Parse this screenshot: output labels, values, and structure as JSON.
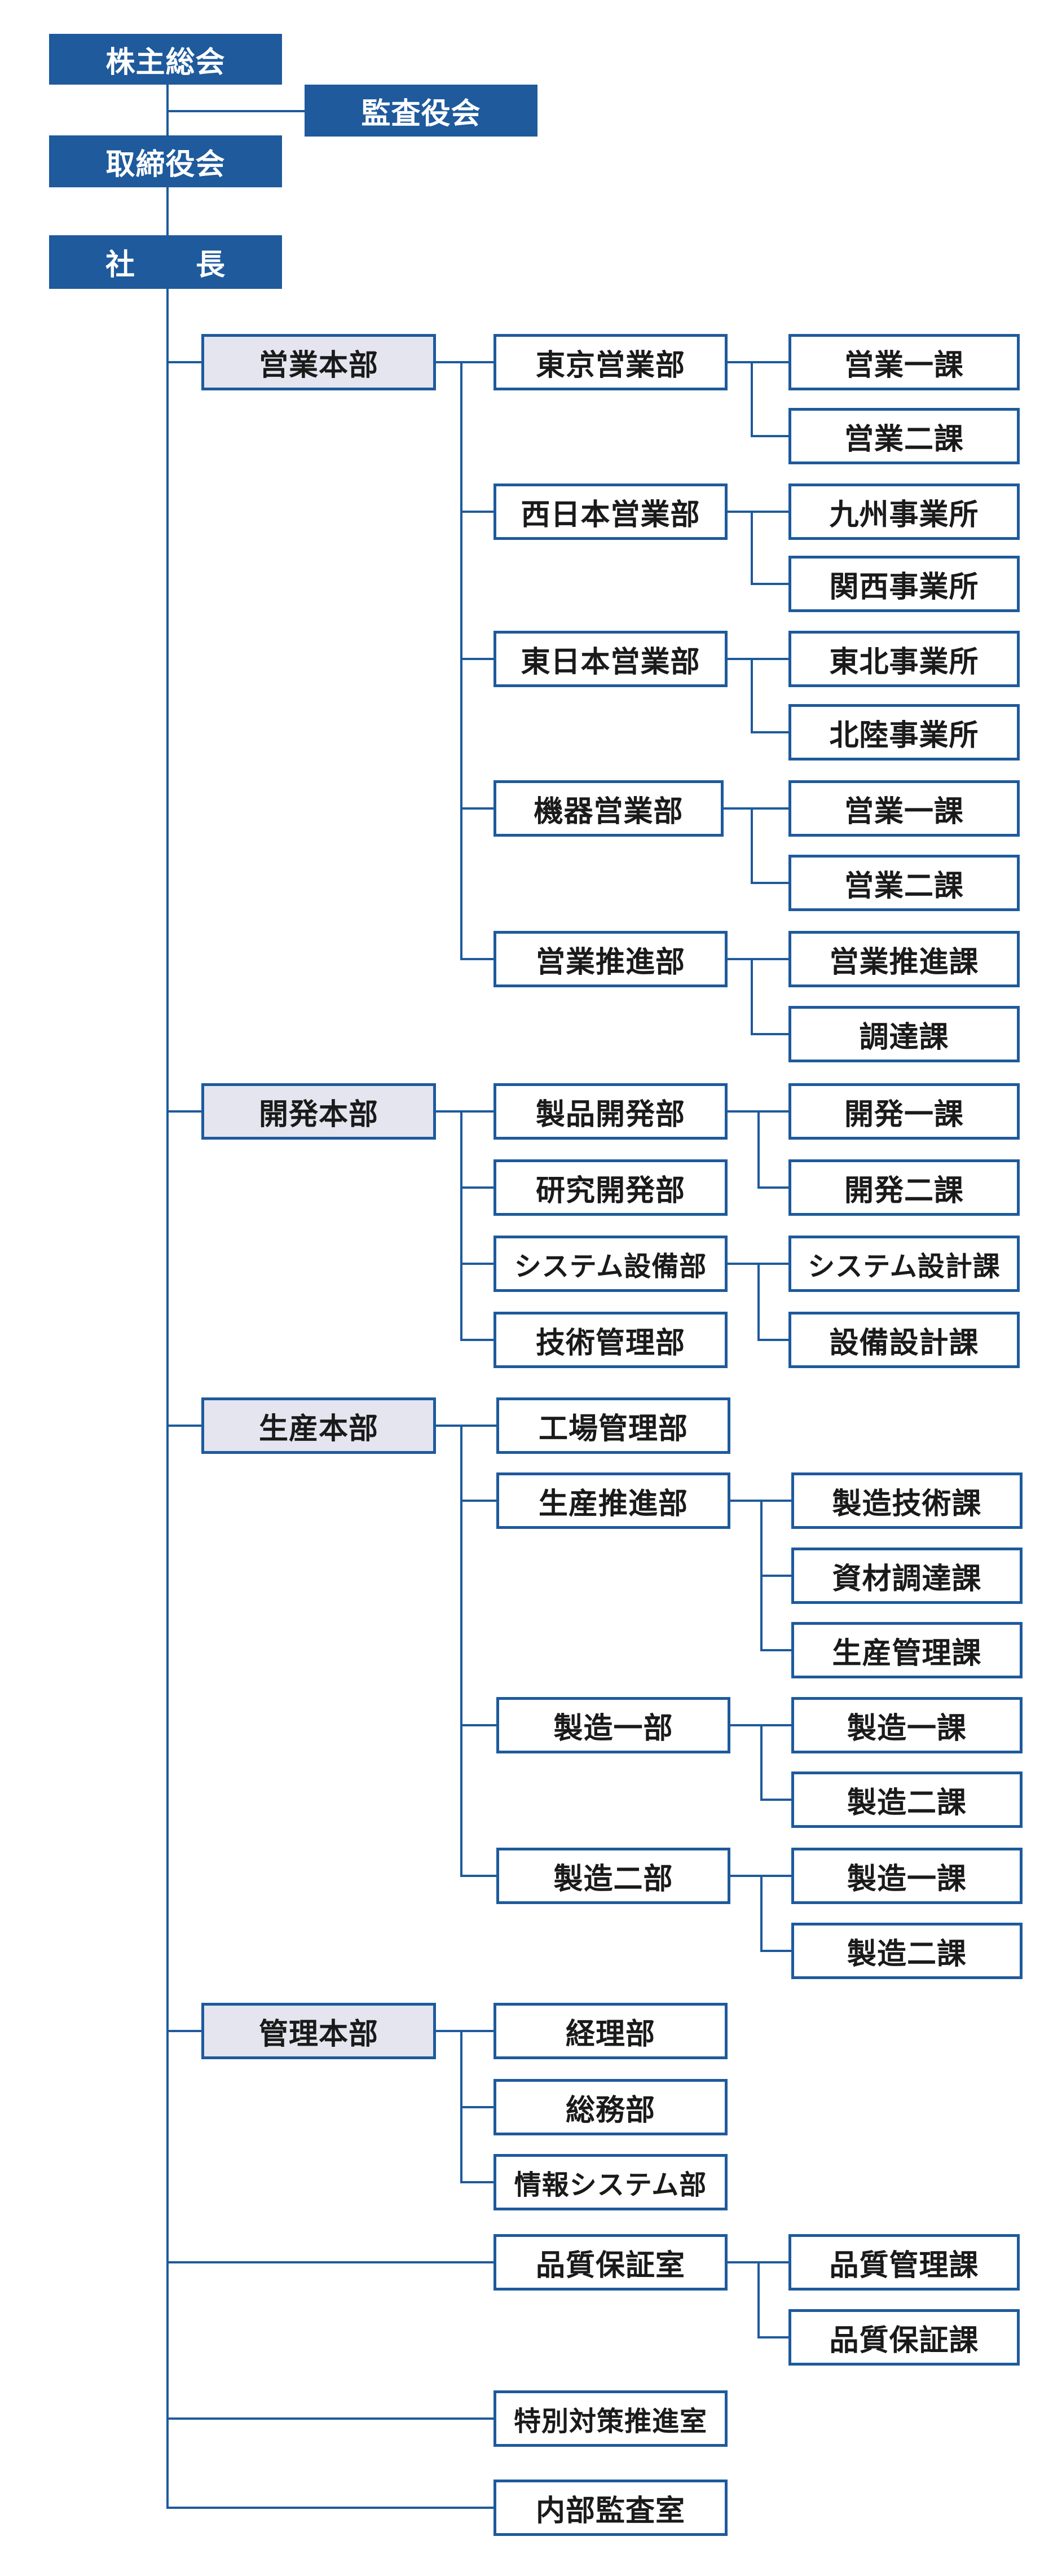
{
  "colors": {
    "primary": "#1e5a9c",
    "hq_fill": "#e4e5ef",
    "text": "#1a1a1a",
    "white": "#ffffff"
  },
  "top": {
    "shareholders": "株主総会",
    "auditors": "監査役会",
    "board": "取締役会",
    "president": [
      "社",
      "長"
    ]
  },
  "divisions": [
    {
      "name": "営業本部",
      "departments": [
        {
          "name": "東京営業部",
          "sections": [
            "営業一課",
            "営業二課"
          ]
        },
        {
          "name": "西日本営業部",
          "sections": [
            "九州事業所",
            "関西事業所"
          ]
        },
        {
          "name": "東日本営業部",
          "sections": [
            "東北事業所",
            "北陸事業所"
          ]
        },
        {
          "name": "機器営業部",
          "sections": [
            "営業一課",
            "営業二課"
          ]
        },
        {
          "name": "営業推進部",
          "sections": [
            "営業推進課",
            "調達課"
          ]
        }
      ]
    },
    {
      "name": "開発本部",
      "departments": [
        {
          "name": "製品開発部",
          "sections": [
            "開発一課",
            "開発二課"
          ]
        },
        {
          "name": "研究開発部",
          "sections": []
        },
        {
          "name": "システム設備部",
          "sections": [
            "システム設計課",
            "設備設計課"
          ]
        },
        {
          "name": "技術管理部",
          "sections": []
        }
      ]
    },
    {
      "name": "生産本部",
      "departments": [
        {
          "name": "工場管理部",
          "sections": []
        },
        {
          "name": "生産推進部",
          "sections": [
            "製造技術課",
            "資材調達課",
            "生産管理課"
          ]
        },
        {
          "name": "製造一部",
          "sections": [
            "製造一課",
            "製造二課"
          ]
        },
        {
          "name": "製造二部",
          "sections": [
            "製造一課",
            "製造二課"
          ]
        }
      ]
    },
    {
      "name": "管理本部",
      "departments": [
        {
          "name": "経理部",
          "sections": []
        },
        {
          "name": "総務部",
          "sections": []
        },
        {
          "name": "情報システム部",
          "sections": []
        }
      ]
    }
  ],
  "offices": [
    {
      "name": "品質保証室",
      "sections": [
        "品質管理課",
        "品質保証課"
      ]
    },
    {
      "name": "特別対策推進室",
      "sections": []
    },
    {
      "name": "内部監査室",
      "sections": []
    }
  ]
}
